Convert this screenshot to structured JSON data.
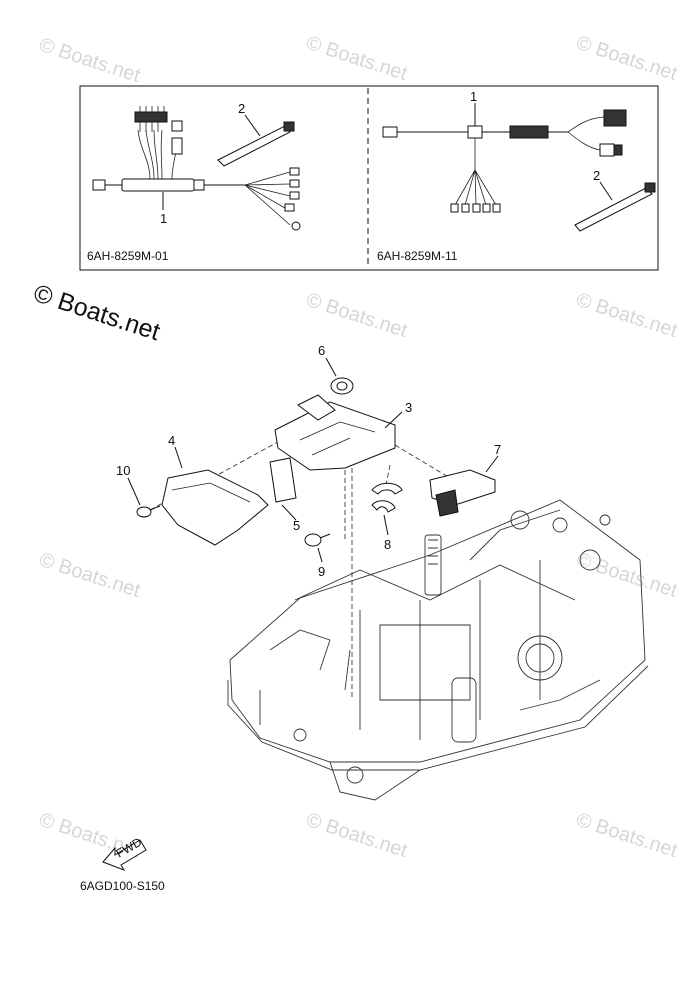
{
  "watermark": {
    "text": "© Boats.net",
    "main_text": "© Boats.net"
  },
  "kits": [
    {
      "code": "6AH-8259M-01",
      "callouts": [
        "1",
        "2"
      ]
    },
    {
      "code": "6AH-8259M-11",
      "callouts": [
        "1",
        "2"
      ]
    }
  ],
  "callouts": [
    "3",
    "4",
    "5",
    "6",
    "7",
    "8",
    "9",
    "10"
  ],
  "fwd_label": "FWD",
  "diagram_code": "6AGD100-S150"
}
